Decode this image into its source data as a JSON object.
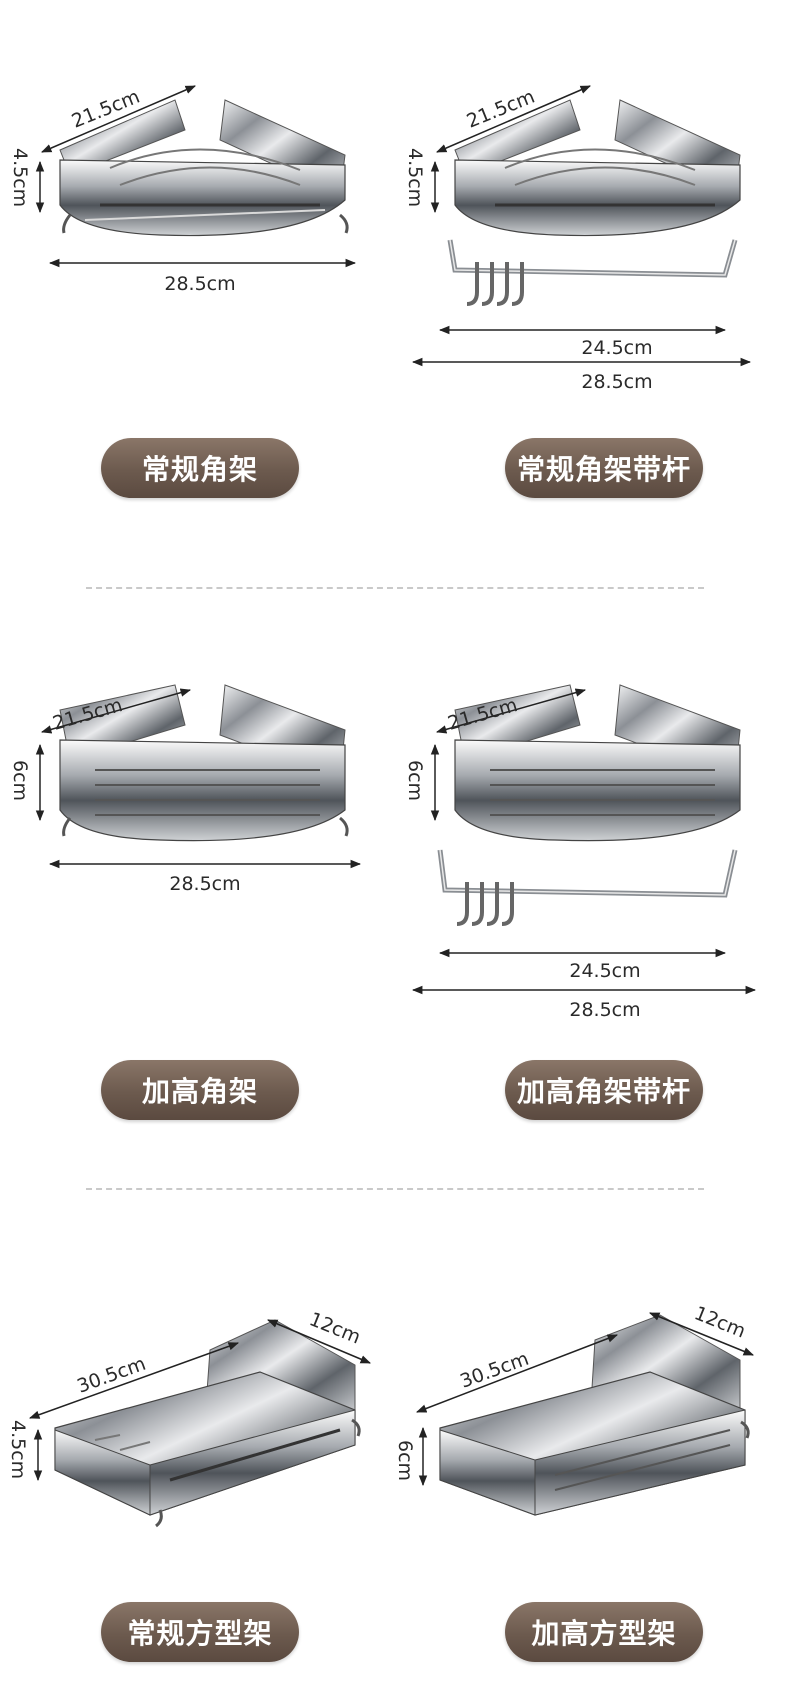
{
  "products": [
    {
      "name": "常规角架",
      "dims": [
        "21.5cm",
        "4.5cm",
        "28.5cm"
      ]
    },
    {
      "name": "常规角架带杆",
      "dims": [
        "21.5cm",
        "4.5cm",
        "24.5cm",
        "28.5cm"
      ]
    },
    {
      "name": "加高角架",
      "dims": [
        "21.5cm",
        "6cm",
        "28.5cm"
      ]
    },
    {
      "name": "加高角架带杆",
      "dims": [
        "21.5cm",
        "6cm",
        "24.5cm",
        "28.5cm"
      ]
    },
    {
      "name": "常规方型架",
      "dims": [
        "30.5cm",
        "12cm",
        "4.5cm"
      ]
    },
    {
      "name": "加高方型架",
      "dims": [
        "30.5cm",
        "12cm",
        "6cm"
      ]
    }
  ],
  "colors": {
    "pill": "#6c5a4e",
    "divider": "#c9c9c9",
    "steel": "#9a9ea3"
  }
}
